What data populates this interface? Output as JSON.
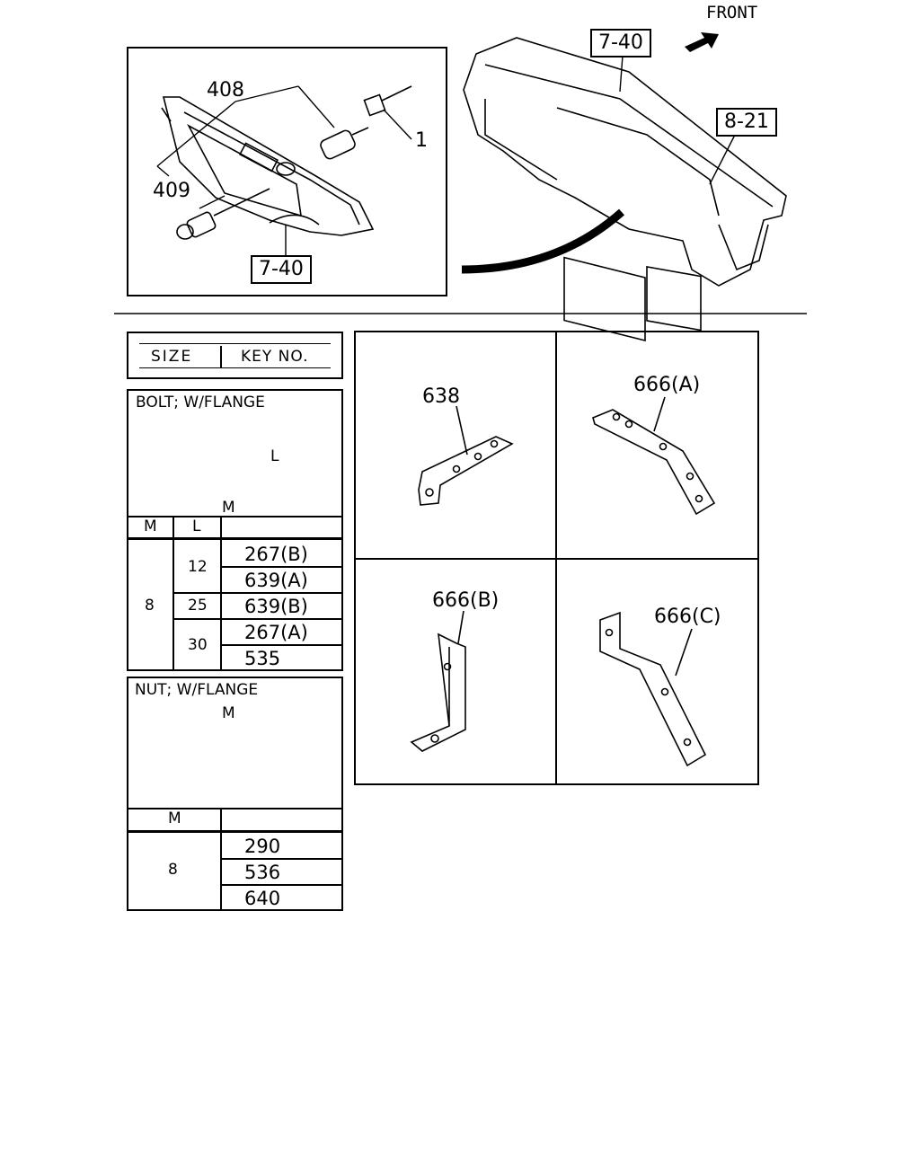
{
  "header": {
    "front_label": "FRONT"
  },
  "inset": {
    "callouts": [
      "408",
      "409",
      "1"
    ],
    "ref_box": "7-40"
  },
  "main_view": {
    "ref_boxes": [
      "7-40",
      "8-21"
    ]
  },
  "size_key_table": {
    "header": [
      "SIZE",
      "KEY NO."
    ],
    "bolt": {
      "title": "BOLT; W/FLANGE",
      "dim_l": "L",
      "dim_m": "M",
      "col_m": "M",
      "col_l": "L",
      "m_value": "8",
      "rows": [
        {
          "l": "12",
          "keys": [
            "267(B)",
            "639(A)"
          ]
        },
        {
          "l": "25",
          "keys": [
            "639(B)"
          ]
        },
        {
          "l": "30",
          "keys": [
            "267(A)",
            "535"
          ]
        }
      ]
    },
    "nut": {
      "title": "NUT; W/FLANGE",
      "dim_m": "M",
      "col_m": "M",
      "m_value": "8",
      "keys": [
        "290",
        "536",
        "640"
      ]
    }
  },
  "brackets": {
    "items": [
      {
        "label": "638"
      },
      {
        "label": "666(A)"
      },
      {
        "label": "666(B)"
      },
      {
        "label": "666(C)"
      }
    ]
  }
}
